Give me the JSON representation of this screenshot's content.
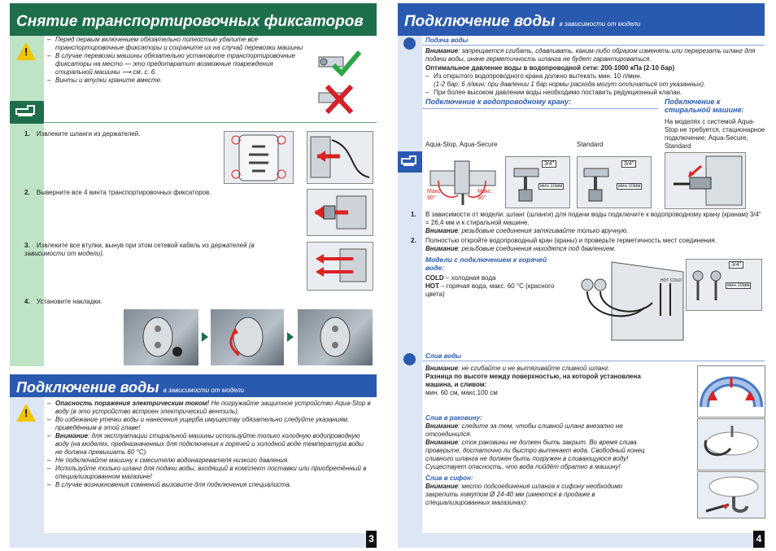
{
  "left": {
    "title": "Снятие транспортировочных фиксаторов",
    "warnings": [
      "Перед первым включением обязательно полностью удалите все транспортировочные фиксаторы и сохраните их на случай перевозки машины",
      "В случае перевозки машины обязательно установите транспортировочные фиксаторы на место — это предотвратит возможные повреждения стиральной машины ⟶ см. с. 6.",
      "Винты и втулки храните вместе."
    ],
    "steps": [
      {
        "num": "1.",
        "text": "Извлеките шланги из держателей."
      },
      {
        "num": "2.",
        "text": "Выверните все 4 винта транспортировочных фиксаторов."
      },
      {
        "num": "3.",
        "text": "Извлеките все втулки, вынув при этом сетевой кабель из держателей",
        "note": "(в зависимости от модели)."
      },
      {
        "num": "4.",
        "text": "Установите накладки."
      }
    ],
    "water_title": "Подключение воды",
    "water_subtitle": "в зависимости от модели",
    "water_danger_bold": "Опасность поражения электрическим током!",
    "water_danger_rest": "Не погружайте защитное устройство Aqua-Stop в воду (в это устройство встроен электрический вентиль).",
    "water_items": [
      "Во избежание утечки воды и нанесения ущерба имуществу обязательно следуйте указаниям, приведённым в этой главе!",
      "для эксплуатации стиральной машины используйте только холодную водопроводную воду (на моделях, предназначенных для подключения к горячей и холодной воде температура воды не должна превышать 60 °C).",
      "Не подключайте машину к смесителю водонагревателя низкого давления.",
      "Используйте только шланг для подачи воды, входящий в комплект поставки или приобретённый в специализированном магазине!",
      "В случае возникновения сомнений вызовите для подключения специалиста."
    ],
    "attention_label": "Внимание",
    "page_number": "3"
  },
  "right": {
    "title": "Подключение воды",
    "subtitle": "в зависимости от модели",
    "supply_title": "Подача воды",
    "supply_attention_label": "Внимание",
    "supply_attention": ": запрещается сгибать, сдавливать, каким-либо образом изменять или перерезать шланг для подачи воды, иначе герметичность шланга не будет гарантироваться.",
    "pressure_title": "Оптимальное давление воды в водопроводной сети: 200-1000 кПа (2-10 бар)",
    "pressure_items": [
      "Из открытого водопроводного крана должно вытекать мин. 10 л/мин.",
      "(1-2 бар: 6 л/мин; при давлении 1 бар нормы расхода могут отличаться от указанных).",
      "При более высоком давлении воды необходимо поставить редукционный клапан."
    ],
    "tap_connect_title": "Подключение к водопроводному крану:",
    "machine_connect_title": "Подключение к стиральной машине:",
    "machine_connect_text": "На моделях с системой Aqua-Stop не требуется, стационарное подключение; Aqua-Secure, Standard",
    "label_aquastop": "Aqua-Stop, Aqua-Secure",
    "label_standard": "Standard",
    "max_left": "Макс. 90°",
    "max_right": "Макс. 90°",
    "fit_3_4": "3/4\"",
    "min_10mm": "мин.10мм",
    "step1_num": "1.",
    "step1_text": "В зависимости от модели: шланг (шланги) для подачи воды подключите к водопроводному крану (кранам) 3/4\" = 26,4 мм и к стиральной машине.",
    "step1_attention": ": резьбовые соединения затягивайте только вручную.",
    "step2_num": "2.",
    "step2_text": "Полностью откройте водопроводный кран (краны) и проверьте герметичность мест соединения.",
    "step2_attention": ": резьбовые соединения находятся под давлением.",
    "hot_models_title": "Модели с подключением к горячей воде:",
    "cold_label": "COLD",
    "cold_text": "– холодная вода",
    "hot_label": "HOT",
    "hot_text": "– горячая вода, макс. 60 °C (красного цвета)",
    "hot_tag": "HOT",
    "cold_tag": "COLD",
    "drain_title": "Слив воды",
    "drain_attention": ": не сгибайте и не вытягивайте сливной шланг.",
    "drain_height": "Разница по высоте между поверхностью, на которой установлена машина, и сливом:",
    "drain_height_value": "мин. 60 см, макс.100 см",
    "sink_title": "Слив в раковину:",
    "sink_attention1": ": следите за тем, чтобы сливной шланг внезапно не отсоединился.",
    "sink_attention2": ": сток раковины не должен быть закрыт. Во время слива проверьте, достаточно ли быстро вытекает вода. Свободный конец сливного шланга не должен быть погружен в сливающуюся воду! Существует опасность, что вода пойдёт обратно в машину!",
    "siphon_title": "Слив в сифон:",
    "siphon_attention": ": место подсоединения шланга к сифону необходимо закрепить хомутом Ø 24-40 мм (имеются в продаже в специализированных магазинах).",
    "page_number": "4"
  },
  "colors": {
    "green_header": "#1d6e4a",
    "green_bg": "#bfe3c5",
    "blue_header": "#2a5ab0",
    "warning_yellow": "#f2c400"
  }
}
